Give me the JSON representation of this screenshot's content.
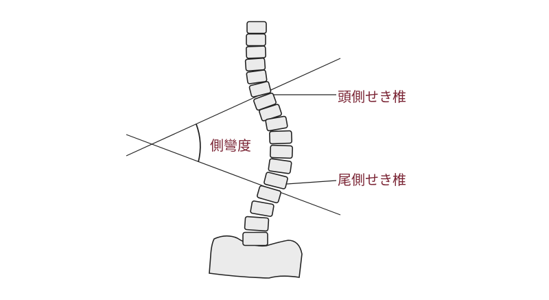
{
  "labels": {
    "lateral_bend_angle": "側彎度",
    "upper_end_vertebra": "頭側せき椎",
    "lower_end_vertebra": "尾側せき椎"
  },
  "colors": {
    "label_text": "#7a2434",
    "bone_fill": "#ebebeb",
    "outline": "#222222"
  }
}
